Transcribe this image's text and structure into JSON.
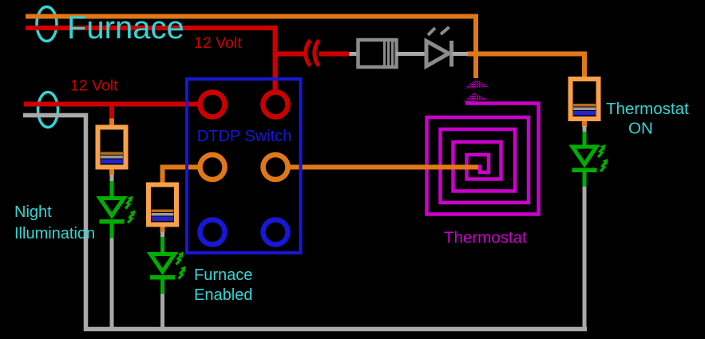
{
  "diagram": {
    "title": "Furnace",
    "labels": {
      "volt_top": "12 Volt",
      "volt_left": "12 Volt",
      "switch_label": "DTDP Switch",
      "thermostat_label": "Thermostat",
      "night": {
        "line1": "Night",
        "line2": "Illumination"
      },
      "furnace_enabled": {
        "line1": "Furnace",
        "line2": "Enabled"
      },
      "thermostat_on": {
        "line1": "Thermostat",
        "line2": "ON"
      }
    },
    "colors": {
      "background": "#000000",
      "label_cyan": "#33D6D6",
      "wire_red": "#CC0000",
      "wire_orange": "#E07818",
      "wire_gray": "#A9A9A9",
      "component_gray": "#8C8C8C",
      "led_green": "#00AD00",
      "switch_blue": "#1717D6",
      "thermostat_magenta": "#CC00CC",
      "resistor_body": "#F9A04A",
      "band_orange": "#B96A18",
      "band_gray": "#9A9A9A",
      "band_blue": "#2323C8"
    }
  }
}
